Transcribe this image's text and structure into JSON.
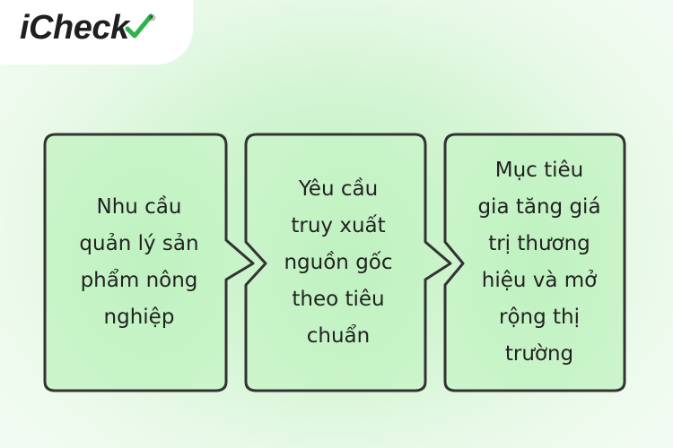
{
  "logo": {
    "text": "iCheck",
    "reg": "®"
  },
  "steps": [
    {
      "text": "Nhu cầu quản lý sản phẩm nông nghiệp",
      "lines": [
        "Nhu cầu",
        "quản lý sản",
        "phẩm nông",
        "nghiệp"
      ]
    },
    {
      "text": "Yêu cầu truy xuất nguồn gốc theo tiêu chuẩn",
      "lines": [
        "Yêu cầu",
        "truy xuất",
        "nguồn gốc",
        "theo tiêu",
        "chuẩn"
      ]
    },
    {
      "text": "Mục tiêu gia tăng giá trị thương hiệu và mở rộng thị trường",
      "lines": [
        "Mục tiêu",
        "gia tăng giá",
        "trị thương",
        "hiệu và mở",
        "rộng thị",
        "trường"
      ]
    }
  ],
  "colors": {
    "stroke": "#333333",
    "fill_center": "#b6f0b8",
    "fill_side": "#cdf3cd",
    "logo_check": "#2db34a"
  }
}
